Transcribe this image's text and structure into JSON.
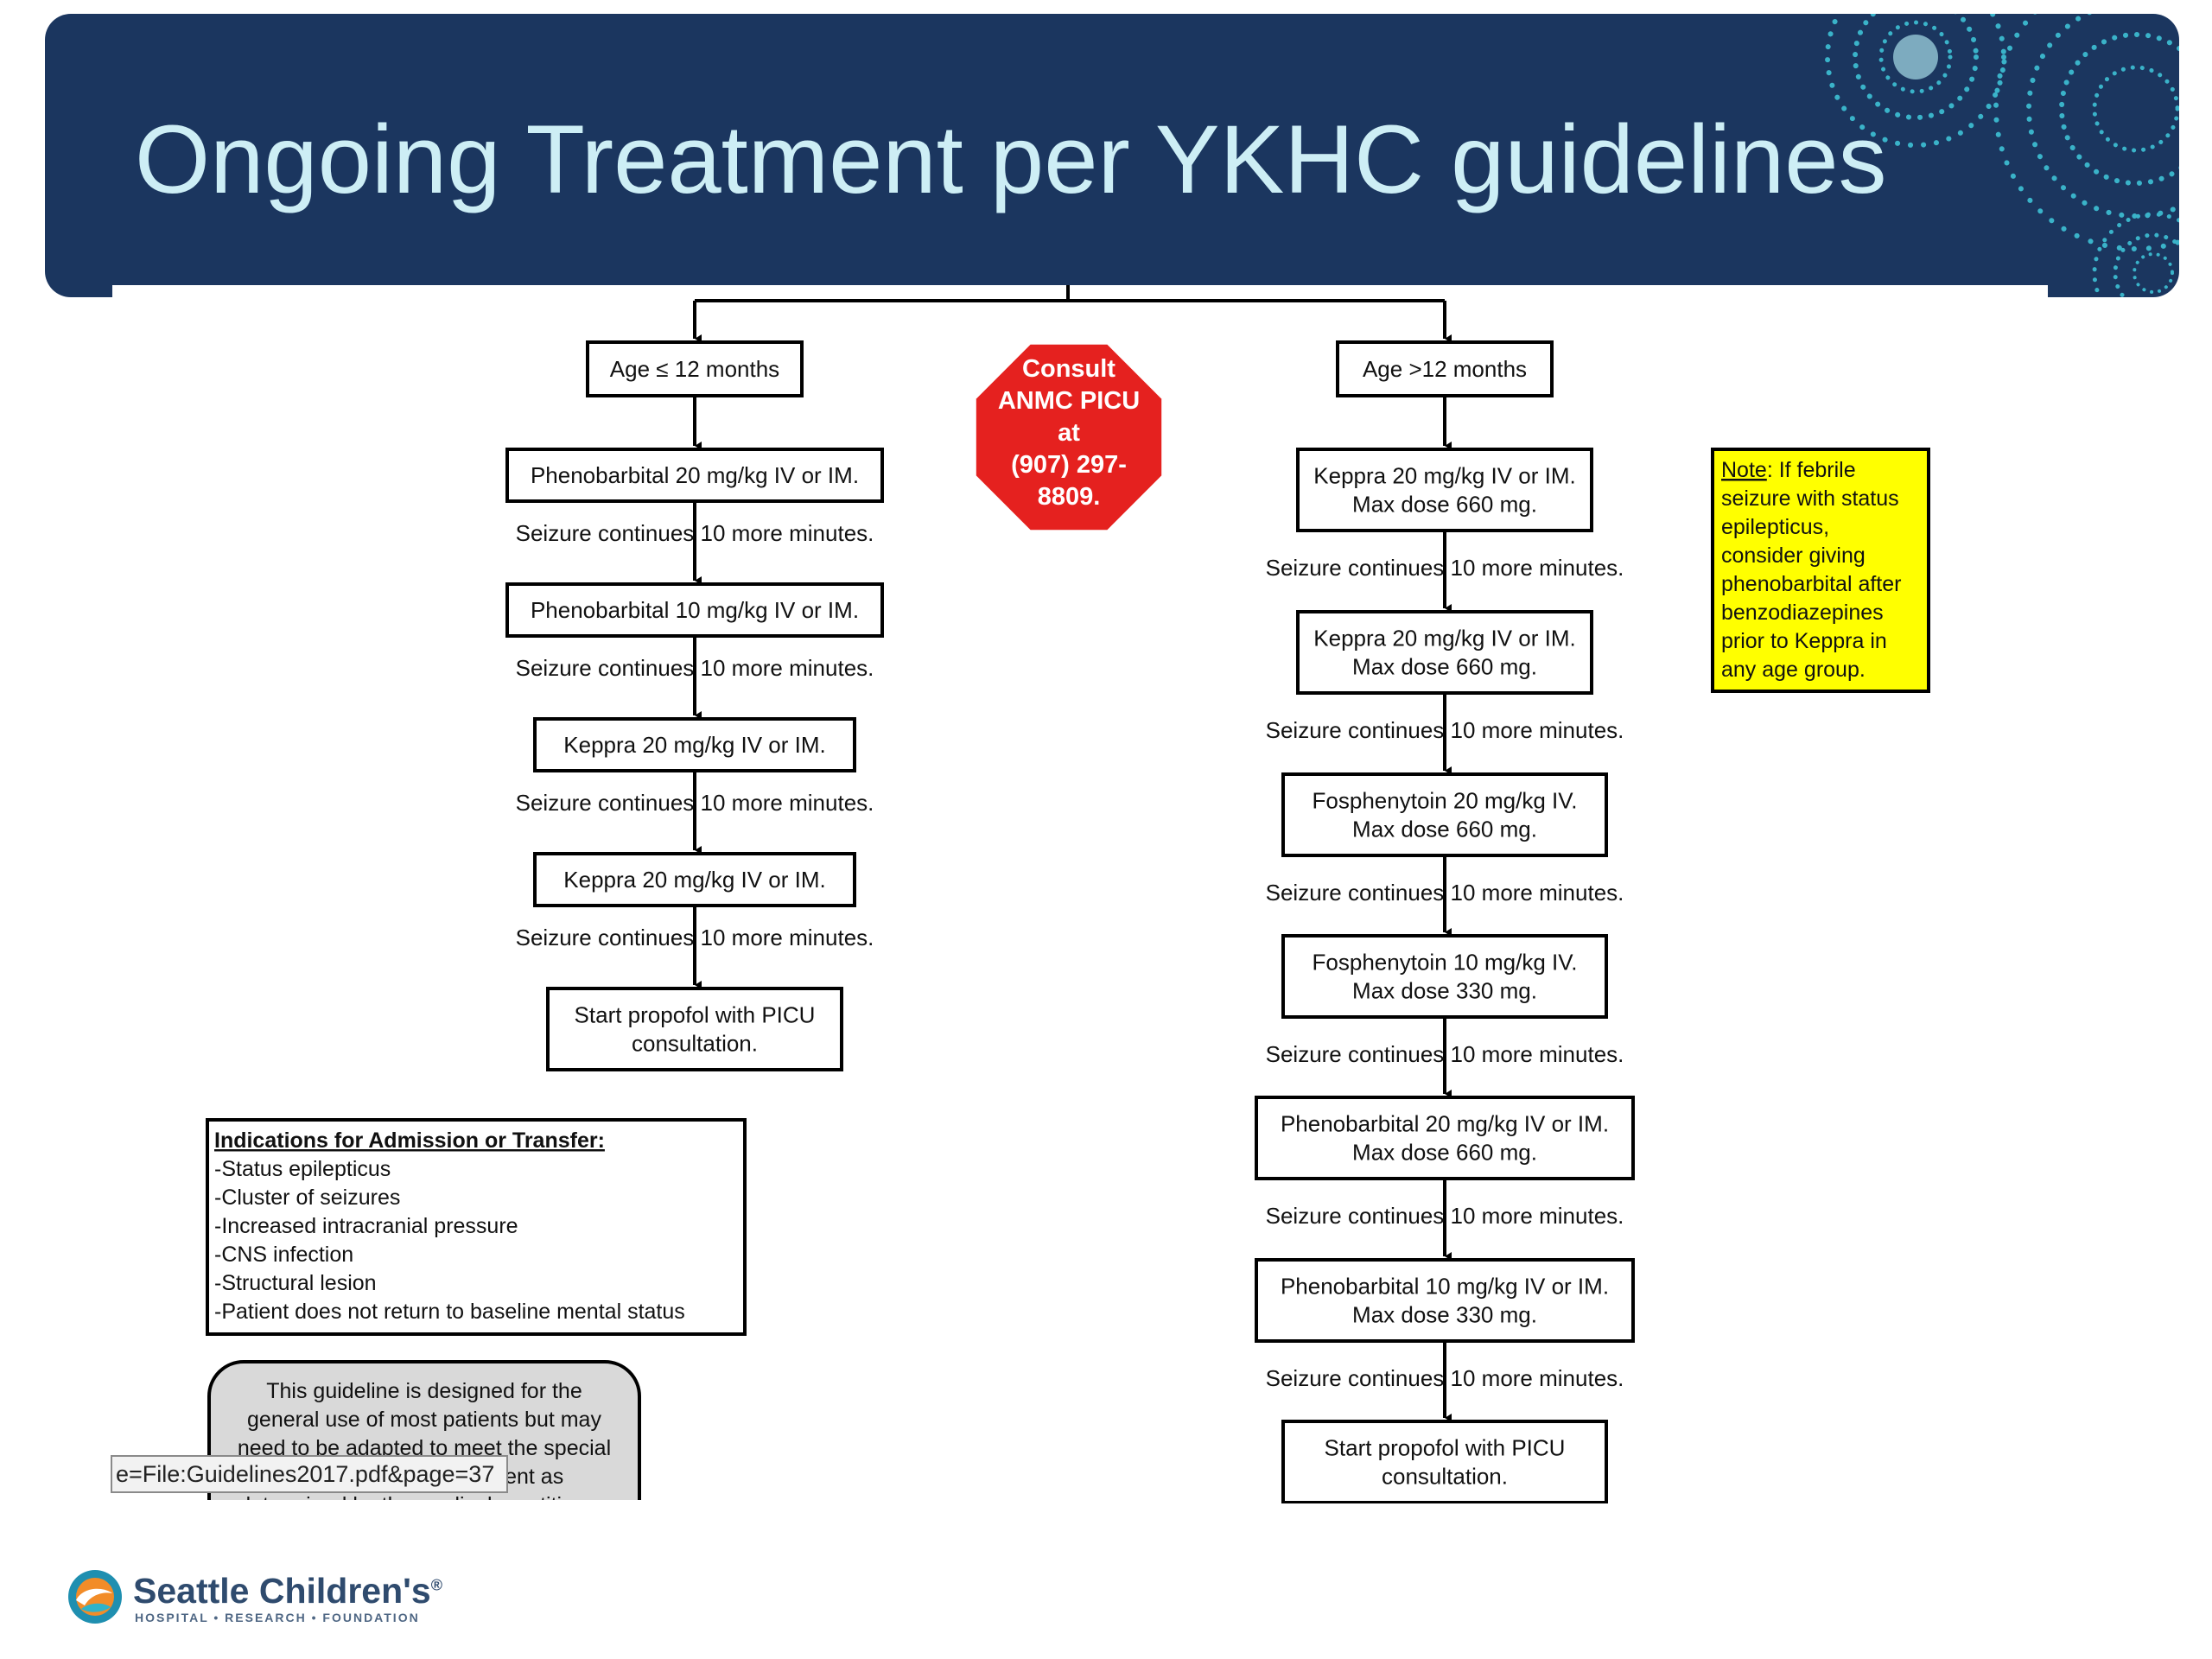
{
  "slide": {
    "title": "Ongoing Treatment per YKHC guidelines"
  },
  "consult": {
    "lines": [
      "Consult",
      "ANMC PICU",
      "at",
      "(907) 297-",
      "8809."
    ]
  },
  "left_branch": {
    "header": "Age ≤ 12 months",
    "steps": [
      [
        "Phenobarbital 20 mg/kg IV or IM."
      ],
      [
        "Phenobarbital 10 mg/kg IV or IM."
      ],
      [
        "Keppra 20 mg/kg IV or IM."
      ],
      [
        "Keppra 20 mg/kg IV or IM."
      ],
      [
        "Start propofol with PICU",
        "consultation."
      ]
    ],
    "connector_label": "Seizure continues 10 more minutes."
  },
  "right_branch": {
    "header": "Age >12 months",
    "steps": [
      [
        "Keppra 20 mg/kg IV or IM.",
        "Max dose 660 mg."
      ],
      [
        "Keppra 20 mg/kg IV or IM.",
        "Max dose 660 mg."
      ],
      [
        "Fosphenytoin 20 mg/kg IV.",
        "Max dose 660 mg."
      ],
      [
        "Fosphenytoin 10 mg/kg IV.",
        "Max dose 330 mg."
      ],
      [
        "Phenobarbital 20 mg/kg IV or IM.",
        "Max dose 660 mg."
      ],
      [
        "Phenobarbital 10 mg/kg IV or IM.",
        "Max dose 330 mg."
      ],
      [
        "Start propofol with PICU",
        "consultation."
      ]
    ],
    "connector_label": "Seizure continues 10 more minutes."
  },
  "note": {
    "heading": "Note",
    "lines": [
      ": If febrile",
      "seizure with status",
      "epilepticus,",
      "consider giving",
      "phenobarbital after",
      "benzodiazepines",
      "prior to Keppra in",
      "any age group."
    ]
  },
  "indications": {
    "heading": "Indications for Admission or Transfer:",
    "items": [
      "-Status epilepticus",
      "-Cluster of seizures",
      "-Increased intracranial pressure",
      "-CNS infection",
      "-Structural lesion",
      "-Patient does not return to baseline mental status"
    ]
  },
  "disclaimer": {
    "lines": [
      "This guideline is designed for the",
      "general use of most patients but may",
      "need to be adapted to meet the special",
      "needs of a specific patient as",
      "determined by the medical practitioner."
    ]
  },
  "status_tooltip": {
    "text": "e=File:Guidelines2017.pdf&page=37"
  },
  "footer": {
    "logo_name": "Seattle Children's",
    "logo_reg": "®",
    "logo_tagline": "HOSPITAL • RESEARCH • FOUNDATION"
  },
  "colors": {
    "header_bg": "#1b365f",
    "title": "#cdeef5",
    "stop_sign": "#e5211f",
    "note_bg": "#ffff00",
    "dots": "#3ab3c9"
  }
}
